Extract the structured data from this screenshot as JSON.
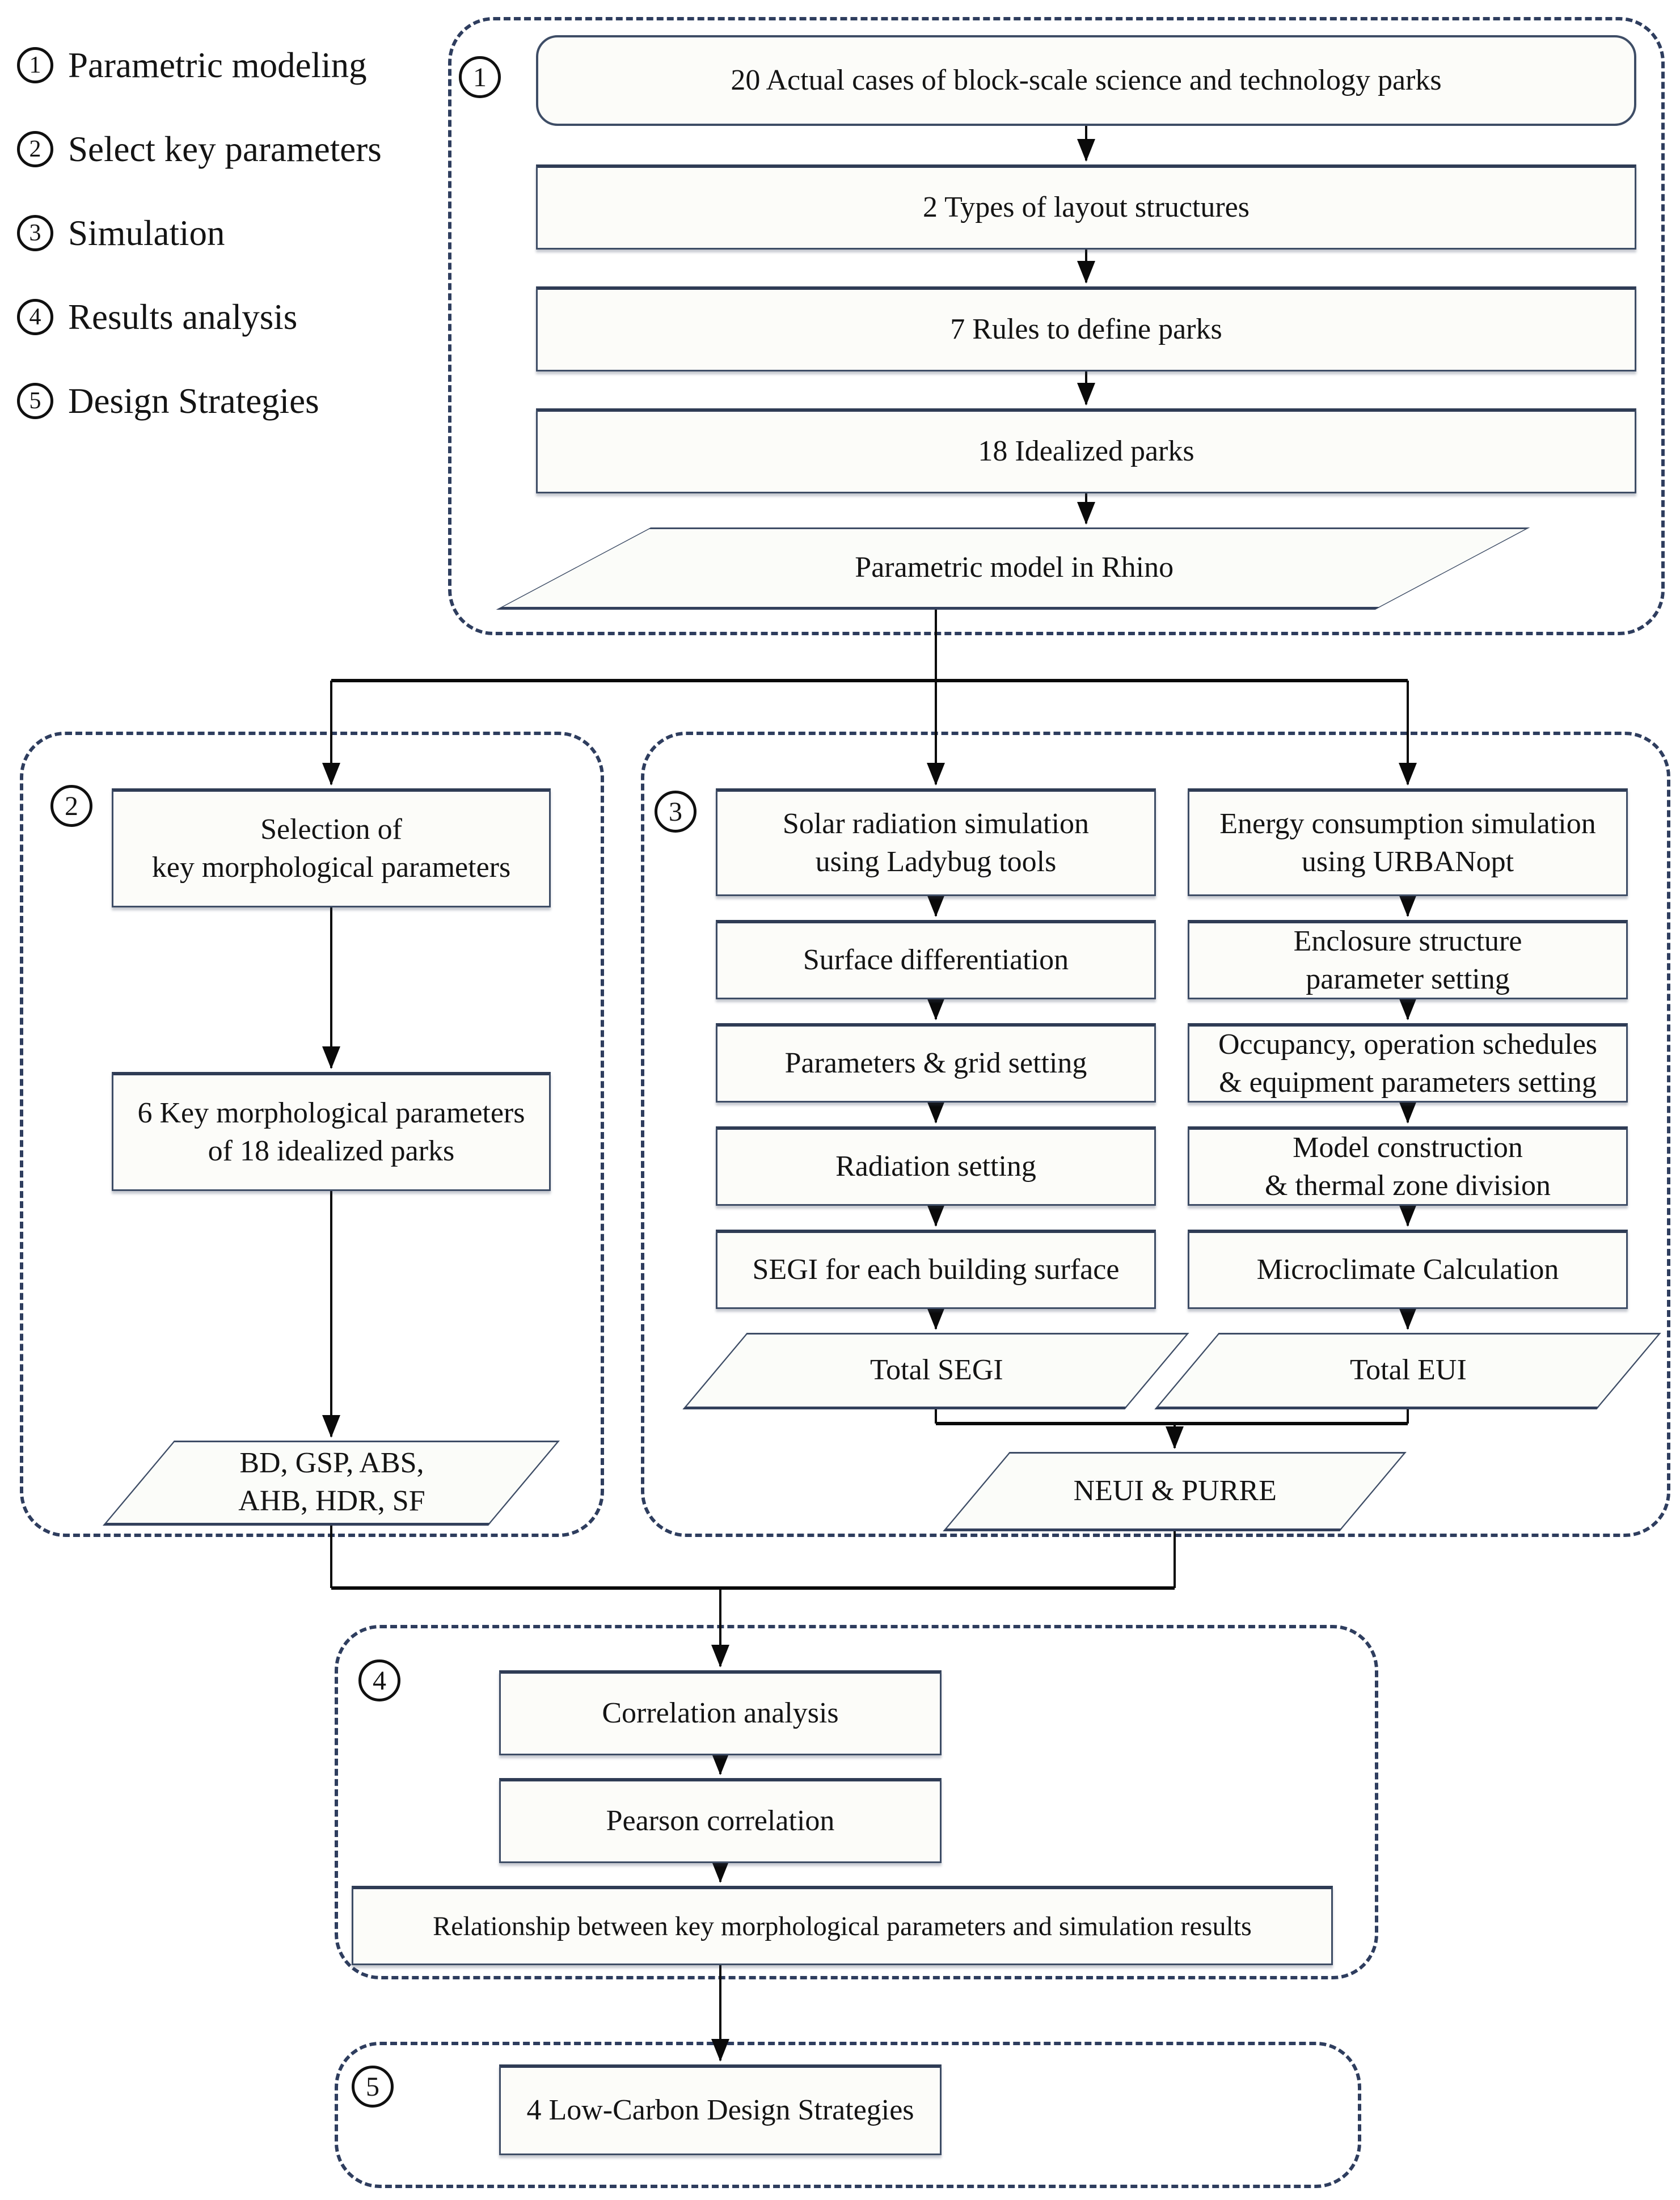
{
  "title": "Research framework flowchart",
  "colors": {
    "background": "#ffffff",
    "box_fill": "#fcfcf9",
    "box_border": "#3e4d66",
    "dashed_border": "#2e3d5e",
    "line": "#0a0a0a",
    "text": "#141414"
  },
  "legend": {
    "items": [
      {
        "num": "1",
        "label": "Parametric modeling"
      },
      {
        "num": "2",
        "label": "Select key parameters"
      },
      {
        "num": "3",
        "label": "Simulation"
      },
      {
        "num": "4",
        "label": "Results analysis"
      },
      {
        "num": "5",
        "label": "Design Strategies"
      }
    ]
  },
  "sections": {
    "s1": {
      "badge": "1",
      "steps": [
        "20 Actual cases of block-scale science and technology parks",
        "2 Types of layout structures",
        "7 Rules to define parks",
        "18 Idealized parks"
      ],
      "output": "Parametric model in Rhino"
    },
    "s2": {
      "badge": "2",
      "steps": [
        "Selection of\nkey morphological parameters",
        "6 Key morphological parameters\nof 18 idealized parks"
      ],
      "output": "BD, GSP, ABS,\nAHB, HDR, SF"
    },
    "s3": {
      "badge": "3",
      "left": {
        "steps": [
          "Solar radiation simulation\nusing Ladybug tools",
          "Surface differentiation",
          "Parameters & grid setting",
          "Radiation setting",
          "SEGI for each building surface"
        ],
        "output": "Total SEGI"
      },
      "right": {
        "steps": [
          "Energy consumption simulation\nusing URBANopt",
          "Enclosure structure\nparameter setting",
          "Occupancy, operation schedules\n& equipment parameters setting",
          "Model construction\n& thermal zone division",
          "Microclimate Calculation"
        ],
        "output": "Total EUI"
      },
      "merged_output": "NEUI & PURRE"
    },
    "s4": {
      "badge": "4",
      "steps": [
        "Correlation analysis",
        "Pearson correlation",
        "Relationship between key morphological parameters and simulation results"
      ]
    },
    "s5": {
      "badge": "5",
      "steps": [
        "4 Low-Carbon Design Strategies"
      ]
    }
  }
}
